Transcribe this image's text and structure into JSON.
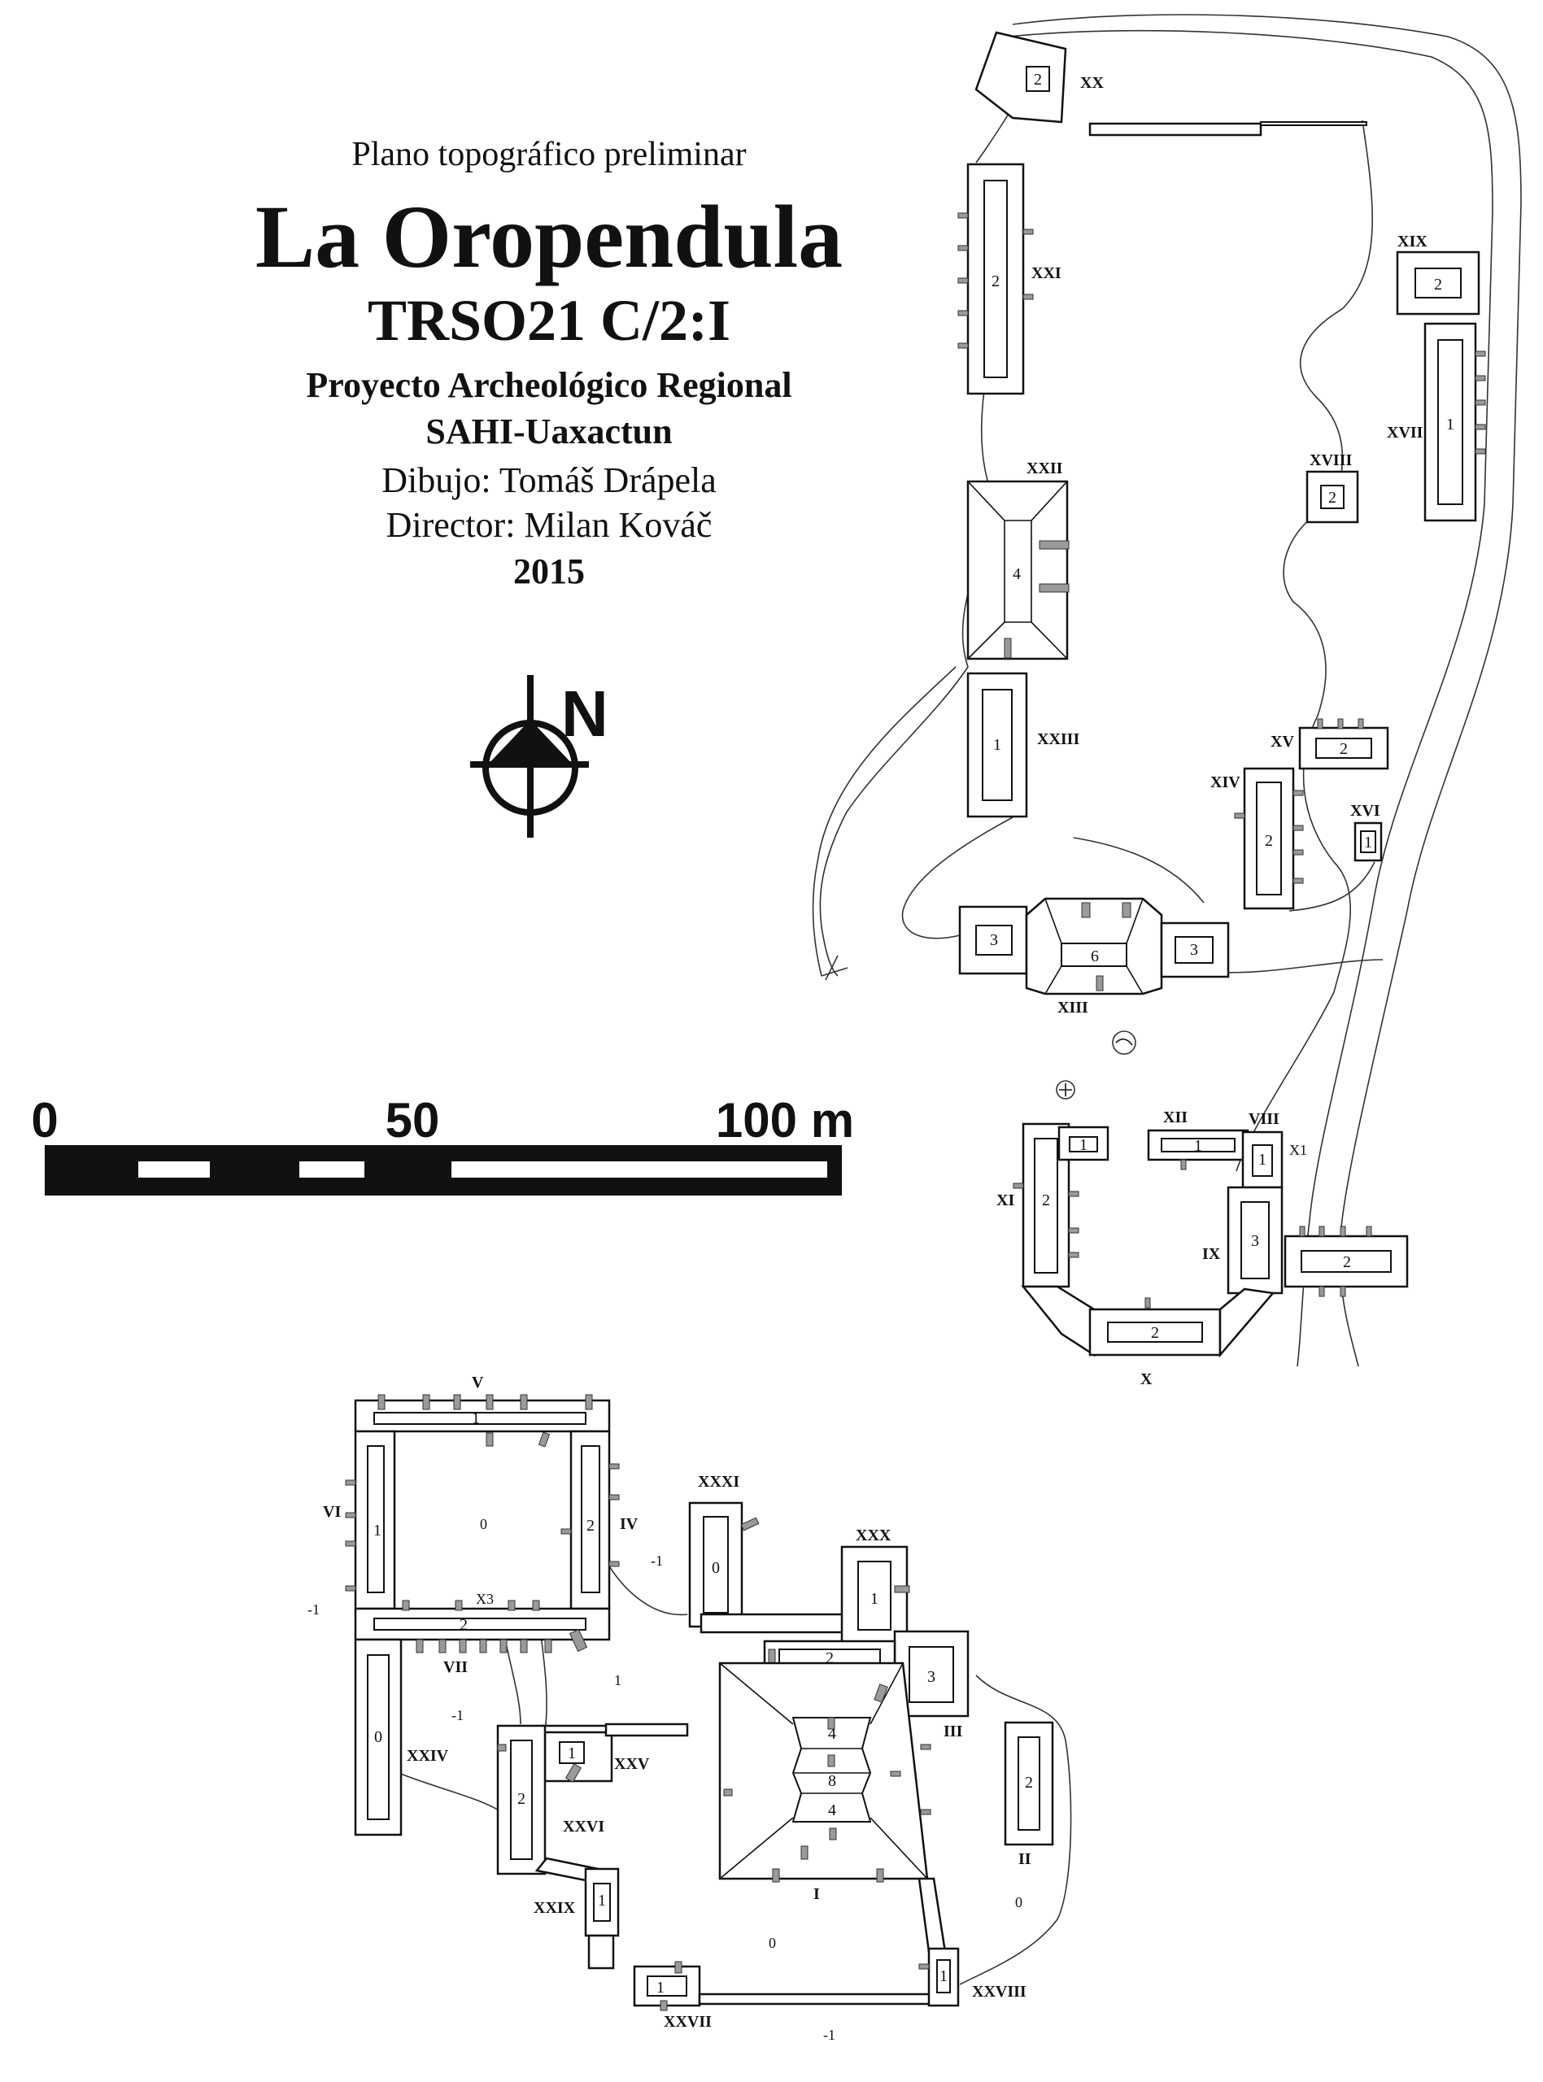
{
  "title": {
    "subtitle": "Plano topográfico preliminar",
    "site_name": "La Oropendula",
    "site_code": "TRSO21 C/2:I",
    "project_line1": "Proyecto Archeológico Regional",
    "project_line2": "SAHI-Uaxactun",
    "drawing_credit": "Dibujo: Tomáš Drápela",
    "director_credit": "Director: Milan Kováč",
    "year": "2015"
  },
  "north_arrow": {
    "label": "N"
  },
  "scale_bar": {
    "labels": [
      "0",
      "50",
      "100 m"
    ],
    "values_m": [
      0,
      50,
      100
    ]
  },
  "structures": {
    "I": {
      "label": "I",
      "heights": [
        "4",
        "8",
        "4"
      ]
    },
    "II": {
      "label": "II",
      "height": "2"
    },
    "III": {
      "label": "III",
      "height": "3"
    },
    "IV": {
      "label": "IV",
      "height": "2"
    },
    "V": {
      "label": "V",
      "height": "1"
    },
    "VI": {
      "label": "VI",
      "height": "1"
    },
    "VII": {
      "label": "VII",
      "height": "2"
    },
    "VIII": {
      "label": "VIII",
      "height": "1"
    },
    "IX": {
      "label": "IX",
      "height": "3"
    },
    "X": {
      "label": "X",
      "height": "2"
    },
    "XI": {
      "label": "XI",
      "height": "2"
    },
    "XII": {
      "label": "XII",
      "height": "1"
    },
    "XIII": {
      "label": "XIII",
      "heights": [
        "3",
        "6",
        "3"
      ]
    },
    "XIV": {
      "label": "XIV",
      "height": "2"
    },
    "XV": {
      "label": "XV",
      "height": "2"
    },
    "XVI": {
      "label": "XVI",
      "height": "1"
    },
    "XVII": {
      "label": "XVII",
      "height": "1"
    },
    "XVIII": {
      "label": "XVIII",
      "height": "2"
    },
    "XIX": {
      "label": "XIX",
      "height": "2"
    },
    "XX": {
      "label": "XX",
      "height": "2"
    },
    "XXI": {
      "label": "XXI",
      "height": "2"
    },
    "XXII": {
      "label": "XXII",
      "height": "4"
    },
    "XXIII": {
      "label": "XXIII",
      "height": "1"
    },
    "XXIV": {
      "label": "XXIV",
      "height": "0"
    },
    "XXV": {
      "label": "XXV",
      "height": "1"
    },
    "XXVI": {
      "label": "XXVI",
      "height": "2"
    },
    "XXVII": {
      "label": "XXVII",
      "height": "1"
    },
    "XXVIII": {
      "label": "XXVIII",
      "height": "1"
    },
    "XXIX": {
      "label": "XXIX",
      "height": "1"
    },
    "XXX": {
      "label": "XXX",
      "heights": [
        "1",
        "3",
        "2"
      ]
    },
    "XXXI": {
      "label": "XXXI",
      "height": "0"
    }
  },
  "small_labels": {
    "x1": "X1",
    "x3": "X3"
  },
  "elevations": {
    "courtyard_v": "0",
    "left_minus1": "-1",
    "iv_minus1": "-1",
    "plaza_1": "1",
    "xxiv_minus1": "-1",
    "plaza_i": "0",
    "ii_zero": "0",
    "bottom_minus1": "-1"
  }
}
